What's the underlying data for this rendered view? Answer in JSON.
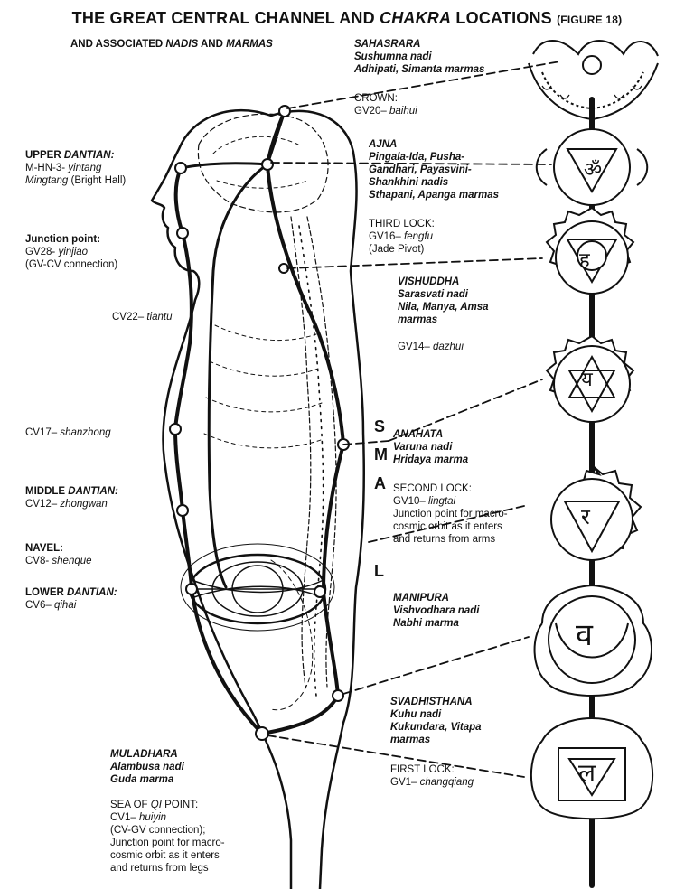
{
  "title": {
    "part1": "THE GREAT CENTRAL CHANNEL AND ",
    "part2": "CHAKRA",
    "part3": " LOCATIONS ",
    "part4": "(FIGURE 18)"
  },
  "subtitle": {
    "part1": "AND ASSOCIATED ",
    "part2": "NADIS",
    "part3": " AND ",
    "part4": "MARMAS"
  },
  "sahasrara": {
    "name": "SAHASRARA",
    "line1": "Sushumna nadi",
    "line2": "Adhipati, Simanta marmas",
    "label": "CROWN:",
    "point": "GV20– ",
    "point_name": "baihui"
  },
  "upper_dantian": {
    "title1": "UPPER ",
    "title2": "DANTIAN:",
    "line1a": "M-HN-3- ",
    "line1b": "yintang",
    "line2a": "Mingtang",
    "line2b": " (Bright Hall)"
  },
  "ajna": {
    "name": "AJNA",
    "line1": "Pingala-Ida, Pusha-",
    "line2": "Gandhari, Payasvini-",
    "line3": "Shankhini nadis",
    "line4": "Sthapani, Apanga marmas",
    "lock": "THIRD LOCK:",
    "point": "GV16– ",
    "point_name": "fengfu",
    "note": "(Jade Pivot)"
  },
  "junction": {
    "title": "Junction point:",
    "line1a": "GV28- ",
    "line1b": "yinjiao",
    "line2": "(GV-CV connection)"
  },
  "vishuddha": {
    "name": "VISHUDDHA",
    "line1": "Sarasvati nadi",
    "line2": "Nila, Manya, Amsa",
    "line3": "marmas",
    "point": "GV14– ",
    "point_name": "dazhui"
  },
  "cv22": {
    "a": "CV22– ",
    "b": "tiantu"
  },
  "cv17": {
    "a": "CV17– ",
    "b": "shanzhong"
  },
  "anahata": {
    "name": "ANAHATA",
    "line1": "Varuna nadi",
    "line2": "Hridaya marma",
    "lock": "SECOND LOCK:",
    "point": "GV10– ",
    "point_name": "lingtai",
    "note1": "Junction point for macro-",
    "note2": "cosmic orbit as it enters",
    "note3": "and returns from arms"
  },
  "middle_dantian": {
    "title1": "MIDDLE ",
    "title2": "DANTIAN:",
    "a": "CV12– ",
    "b": "zhongwan"
  },
  "navel": {
    "title": "NAVEL:",
    "a": "CV8- ",
    "b": "shenque"
  },
  "lower_dantian": {
    "title1": "LOWER ",
    "title2": "DANTIAN:",
    "a": "CV6– ",
    "b": "qihai"
  },
  "manipura": {
    "name": "MANIPURA",
    "line1": "Vishvodhara nadi",
    "line2": "Nabhi marma"
  },
  "svadhisthana": {
    "name": "SVADHISTHANA",
    "line1": "Kuhu nadi",
    "line2": "Kukundara, Vitapa",
    "line3": "marmas",
    "lock": "FIRST LOCK:",
    "point": "GV1– ",
    "point_name": "changqiang"
  },
  "muladhara": {
    "name": "MULADHARA",
    "line1": "Alambusa nadi",
    "line2": "Guda marma",
    "sea1": "SEA OF ",
    "sea2": "QI",
    "sea3": " POINT:",
    "point": "CV1– ",
    "point_name": "huiyin",
    "note1": "(CV-GV connection);",
    "note2": "Junction point for macro-",
    "note3": "cosmic orbit as it enters",
    "note4": "and returns from legs"
  },
  "sma_letters": {
    "s": "S",
    "m": "M",
    "a": "A",
    "l": "L"
  }
}
